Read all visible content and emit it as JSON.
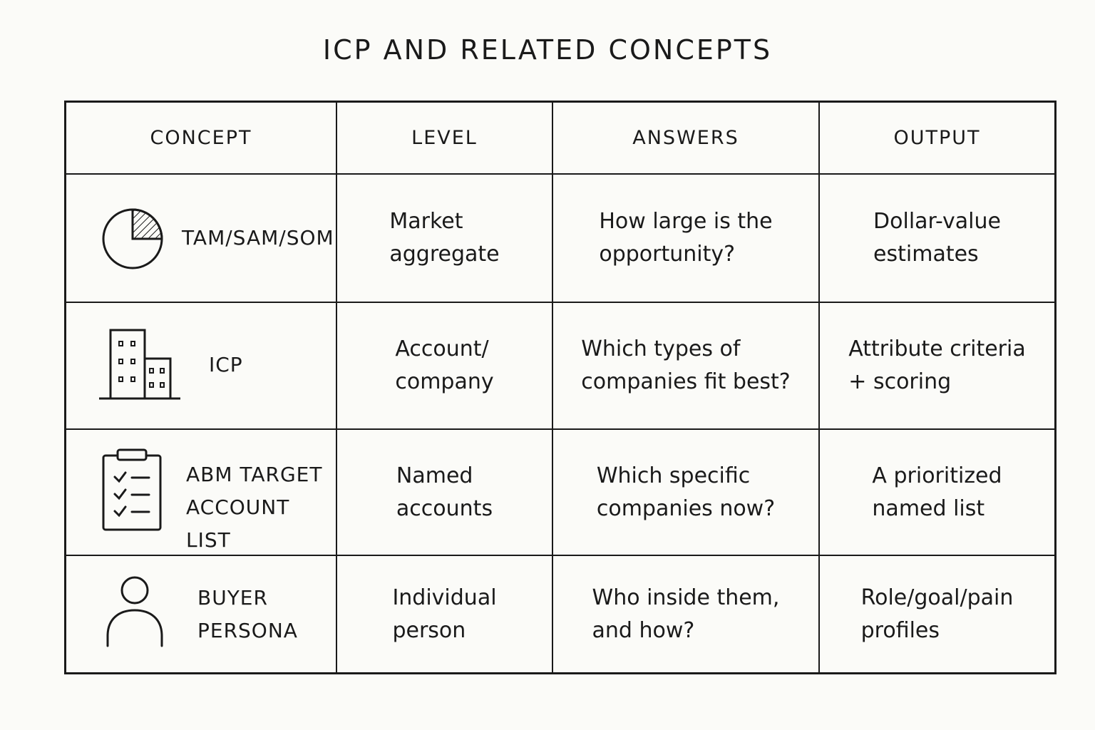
{
  "title": "ICP AND RELATED CONCEPTS",
  "headers": [
    "CONCEPT",
    "LEVEL",
    "ANSWERS",
    "OUTPUT"
  ],
  "rows": [
    {
      "concept": "TAM/SAM/SOM",
      "icon": "pie-chart-icon",
      "level": "Market\naggregate",
      "answers": "How large is the\nopportunity?",
      "output": "Dollar-value\nestimates"
    },
    {
      "concept": "ICP",
      "icon": "buildings-icon",
      "level": "Account/\ncompany",
      "answers": "Which types of\ncompanies fit best?",
      "output": "Attribute criteria\n+ scoring"
    },
    {
      "concept": "ABM TARGET\nACCOUNT LIST",
      "icon": "clipboard-checklist-icon",
      "level": "Named\naccounts",
      "answers": "Which specific\ncompanies now?",
      "output": "A prioritized\nnamed list"
    },
    {
      "concept": "BUYER\nPERSONA",
      "icon": "person-icon",
      "level": "Individual\nperson",
      "answers": "Who inside them,\nand how?",
      "output": "Role/goal/pain\nprofiles"
    }
  ]
}
